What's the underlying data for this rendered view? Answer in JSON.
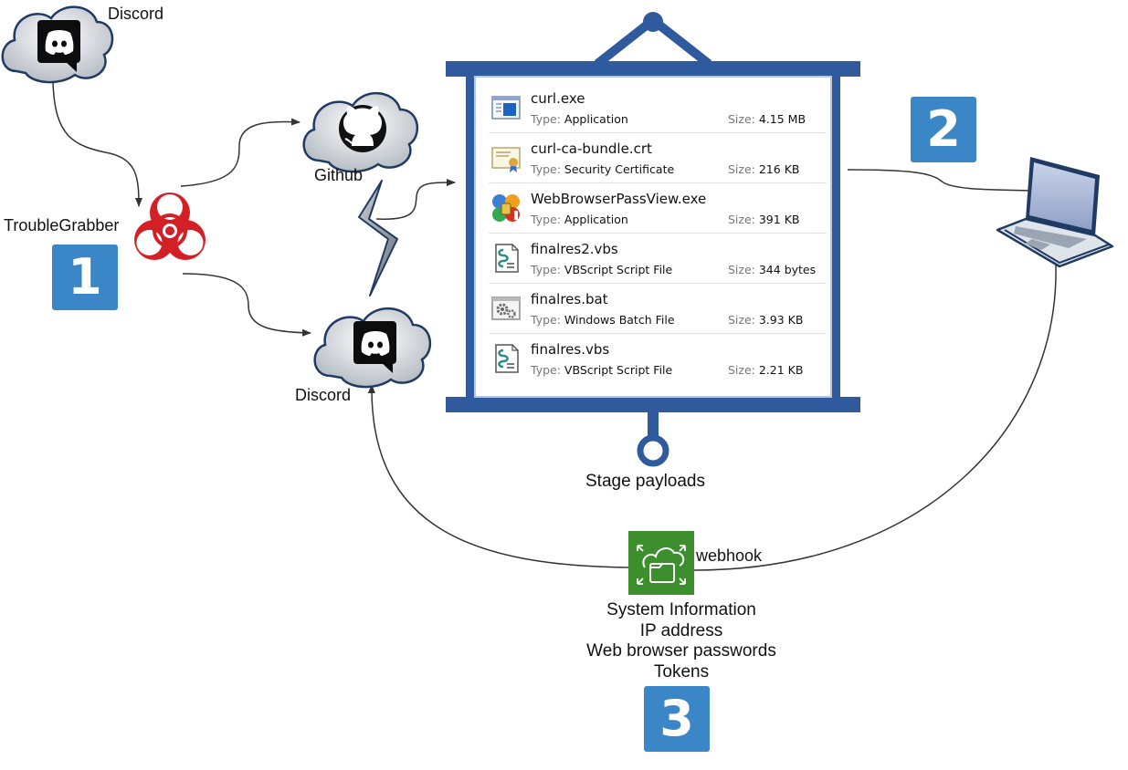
{
  "nodes": {
    "discord_top": "Discord",
    "trouble_grabber": "TroubleGrabber",
    "github": "Github",
    "discord_mid": "Discord",
    "stage_payloads": "Stage payloads",
    "webhook": "webhook"
  },
  "badges": [
    "1",
    "2",
    "3"
  ],
  "file_labels": {
    "type": "Type:",
    "size": "Size:"
  },
  "files": [
    {
      "name": "curl.exe",
      "type": "Application",
      "size": "4.15 MB",
      "icon": "application-window-icon"
    },
    {
      "name": "curl-ca-bundle.crt",
      "type": "Security Certificate",
      "size": "216 KB",
      "icon": "certificate-icon"
    },
    {
      "name": "WebBrowserPassView.exe",
      "type": "Application",
      "size": "391 KB",
      "icon": "browser-passview-icon"
    },
    {
      "name": "finalres2.vbs",
      "type": "VBScript Script File",
      "size": "344 bytes",
      "icon": "vbscript-icon"
    },
    {
      "name": "finalres.bat",
      "type": "Windows Batch File",
      "size": "3.93 KB",
      "icon": "batch-gear-icon"
    },
    {
      "name": "finalres.vbs",
      "type": "VBScript Script File",
      "size": "2.21 KB",
      "icon": "vbscript-icon"
    }
  ],
  "exfiltrated": [
    "System Information",
    "IP address",
    "Web browser passwords",
    "Tokens"
  ],
  "colors": {
    "badge": "#3a86c6",
    "board_frame": "#2f5b9e",
    "biohazard": "#d32027",
    "webhook_bg": "#3c8f2c",
    "cloud_fill": "#d9dde2",
    "cloud_stroke": "#1f3b63"
  }
}
